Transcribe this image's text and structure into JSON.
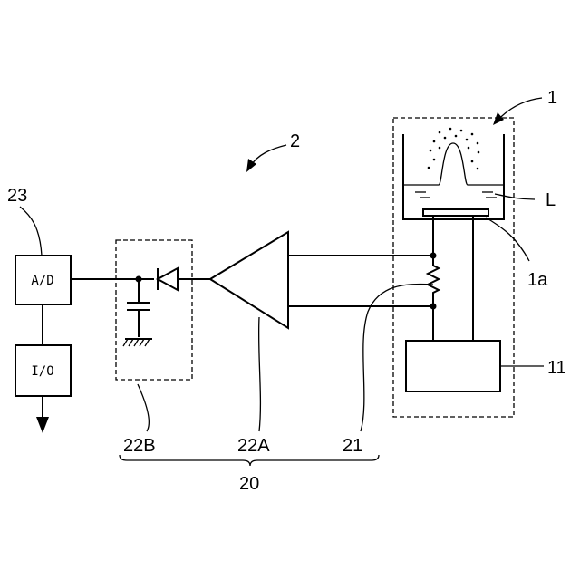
{
  "labels": {
    "ref_1": "1",
    "ref_2": "2",
    "ref_23": "23",
    "ref_L": "L",
    "ref_1a": "1a",
    "ref_11": "11",
    "ref_22B": "22B",
    "ref_22A": "22A",
    "ref_21": "21",
    "ref_20": "20"
  },
  "blocks": {
    "ad": "A/D",
    "io": "I/O"
  }
}
